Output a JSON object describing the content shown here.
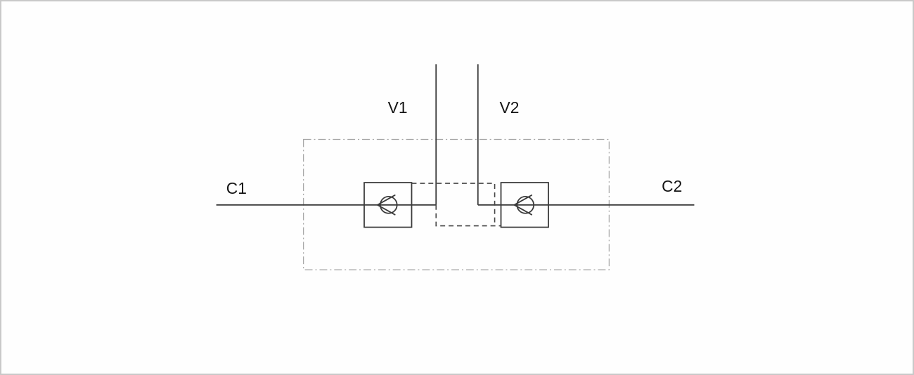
{
  "page": {
    "background": "#fefefe",
    "frame_color": "#c9c9c9"
  },
  "diagram": {
    "type": "hydraulic-schematic",
    "labels": {
      "port_v1": "V1",
      "port_v2": "V2",
      "port_c1": "C1",
      "port_c2": "C2"
    },
    "icons": [
      "check-valve-left-icon",
      "check-valve-right-icon"
    ],
    "colors": {
      "line": "#3a3a3a",
      "pilot_line": "#454545",
      "enclosure": "#a3a3a3",
      "label_text": "#141414"
    }
  }
}
